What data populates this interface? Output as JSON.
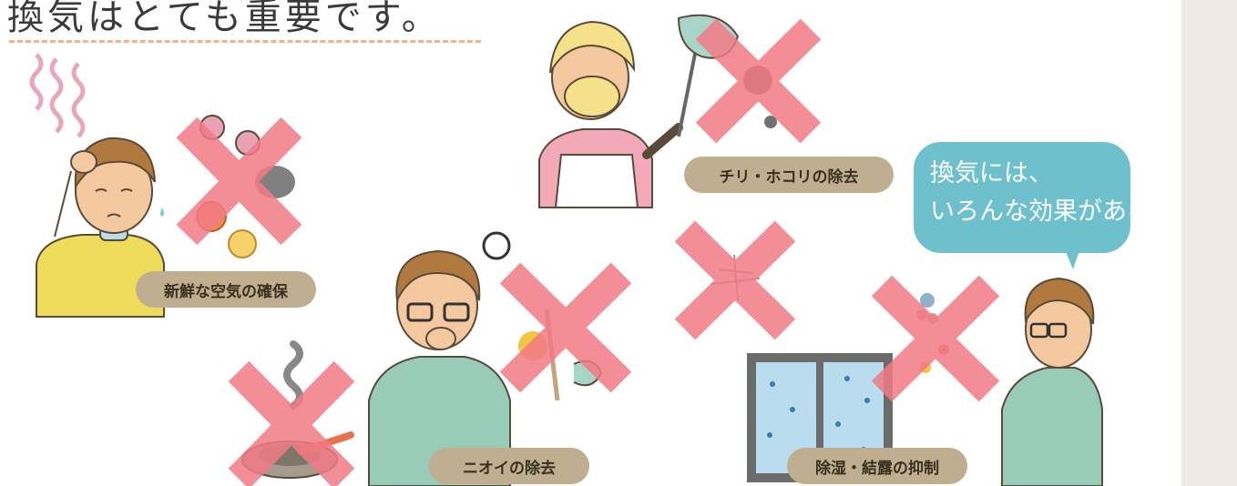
{
  "title": "換気はとても重要です。",
  "labels": {
    "fresh_air": "新鮮な空気の確保",
    "dust": "チリ・ホコリの除去",
    "odor": "ニオイの除去",
    "dehumidify": "除湿・結露の抑制"
  },
  "speech_bubble": {
    "line1": "換気には、",
    "line2": "いろんな効果があるね"
  },
  "colors": {
    "cross": "#f27b86",
    "label_bg": "#bfae8f",
    "bubble_bg": "#6ec0cc",
    "title_rule": "#f4b28a",
    "side_panel": "#efebe2"
  }
}
